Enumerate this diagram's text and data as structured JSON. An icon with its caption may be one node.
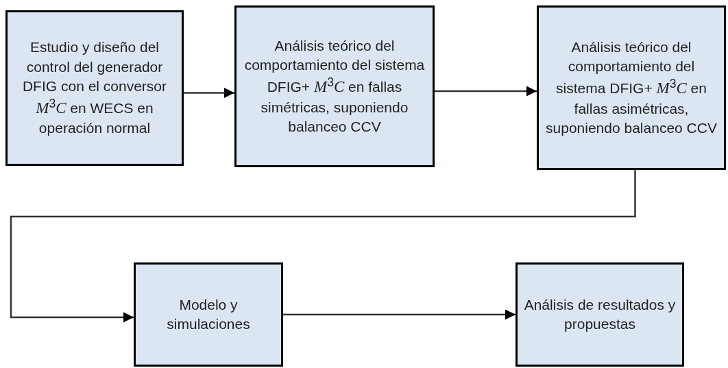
{
  "diagram": {
    "nodes": [
      {
        "text": [
          "Estudio y diseño del control del generador DFIG con el conversor *M*$^{3}$*C* en WECS en operación normal"
        ]
      },
      {
        "text": [
          "Análisis teórico del comportamiento del sistema DFIG+ *M*$^{3}$*C* en fallas simétricas, suponiendo balanceo CCV"
        ]
      },
      {
        "text": [
          "Análisis teórico del comportamiento del sistema DFIG+ *M*$^{3}$*C* en fallas asimétricas, suponiendo balanceo CCV"
        ]
      },
      {
        "text": [
          "Modelo y simulaciones"
        ]
      },
      {
        "text": [
          "Análisis de resultados y propuestas"
        ]
      }
    ],
    "edges": [
      {
        "from": 0,
        "to": 1,
        "arrow": "to"
      },
      {
        "from": 1,
        "to": 2,
        "arrow": "to"
      },
      {
        "from": 2,
        "to": 3,
        "arrow": "to"
      },
      {
        "from": 3,
        "to": 4,
        "arrow": "to"
      }
    ]
  }
}
